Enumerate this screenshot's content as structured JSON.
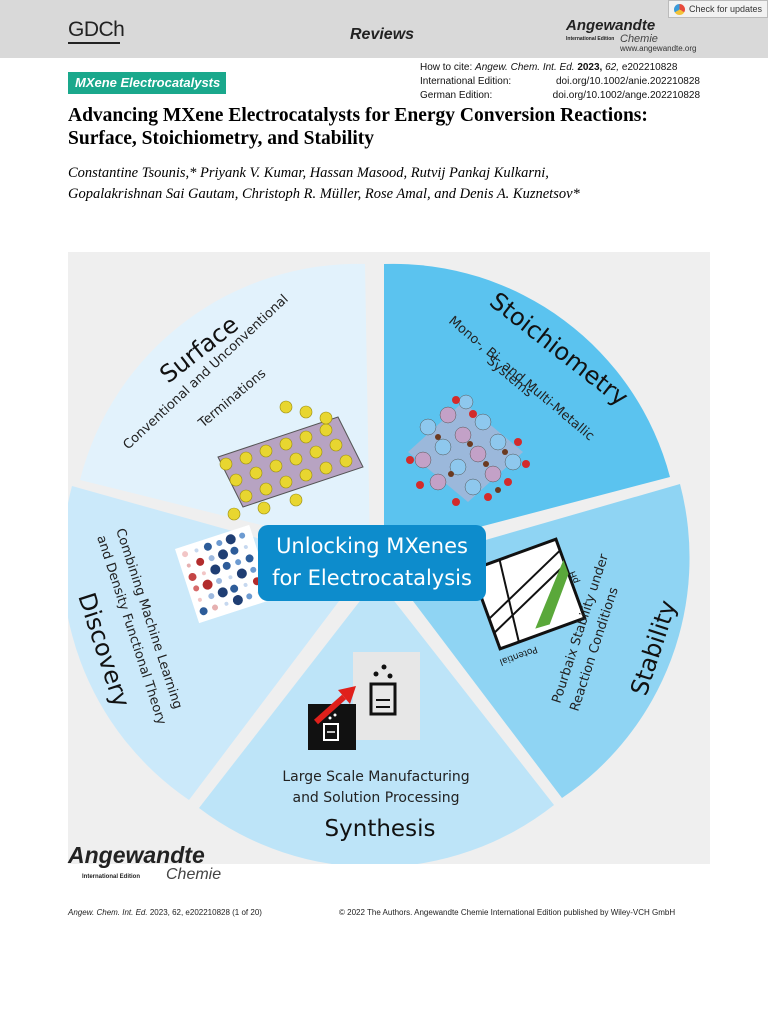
{
  "header": {
    "gdch_logo": "GDCh",
    "section": "Reviews",
    "journal_logo": "Angewandte",
    "journal_logo_sub": "International Edition",
    "journal_logo_chemie": "Chemie",
    "url": "www.angewandte.org",
    "check_updates": "Check for updates"
  },
  "article": {
    "tag": "MXene Electrocatalysts",
    "cite_label": "How to cite:",
    "cite_journal": "Angew. Chem. Int. Ed.",
    "cite_year": "2023,",
    "cite_vol": "62,",
    "cite_num": "e202210828",
    "intl_label": "International Edition:",
    "intl_doi": "doi.org/10.1002/anie.202210828",
    "german_label": "German Edition:",
    "german_doi": "doi.org/10.1002/ange.202210828",
    "title_line1": "Advancing MXene Electrocatalysts for Energy Conversion Reactions:",
    "title_line2": "Surface, Stoichiometry, and Stability",
    "authors_line1": "Constantine Tsounis,* Priyank V. Kumar, Hassan Masood, Rutvij Pankaj Kulkarni,",
    "authors_line2": "Gopalakrishnan Sai Gautam, Christoph R. Müller, Rose Amal, and Denis A. Kuznetsov*"
  },
  "graphic": {
    "center_line1": "Unlocking MXenes",
    "center_line2": "for Electrocatalysis",
    "segments": {
      "surface": {
        "title": "Surface",
        "line1": "Conventional and Unconventional",
        "line2": "Terminations"
      },
      "stoichiometry": {
        "title": "Stoichiometry",
        "line1": "Mono-, Bi- and Multi-Metallic",
        "line2": "Systems"
      },
      "stability": {
        "title": "Stability",
        "line1": "Pourbaix Stability under",
        "line2": "Reaction Conditions",
        "axis_x": "Potential",
        "axis_y": "pH"
      },
      "synthesis": {
        "title": "Synthesis",
        "line1": "Large Scale Manufacturing",
        "line2": "and Solution Processing"
      },
      "discovery": {
        "title": "Discovery",
        "line1": "Combining Machine Learning",
        "line2": "and Density Functional Theory"
      }
    },
    "colors": {
      "surface": "#e2f2fc",
      "stoichiometry": "#5bc3ef",
      "stability": "#8fd4f3",
      "synthesis": "#bde4f8",
      "discovery": "#cbe9fa",
      "center": "#0d8ccc"
    }
  },
  "footer": {
    "logo_main": "Angewandte",
    "logo_sub": "International Edition",
    "logo_chemie": "Chemie",
    "left_journal": "Angew. Chem. Int. Ed.",
    "left_rest": "2023, 62, e202210828 (1 of 20)",
    "right": "© 2022 The Authors. Angewandte Chemie International Edition published by Wiley-VCH GmbH"
  }
}
